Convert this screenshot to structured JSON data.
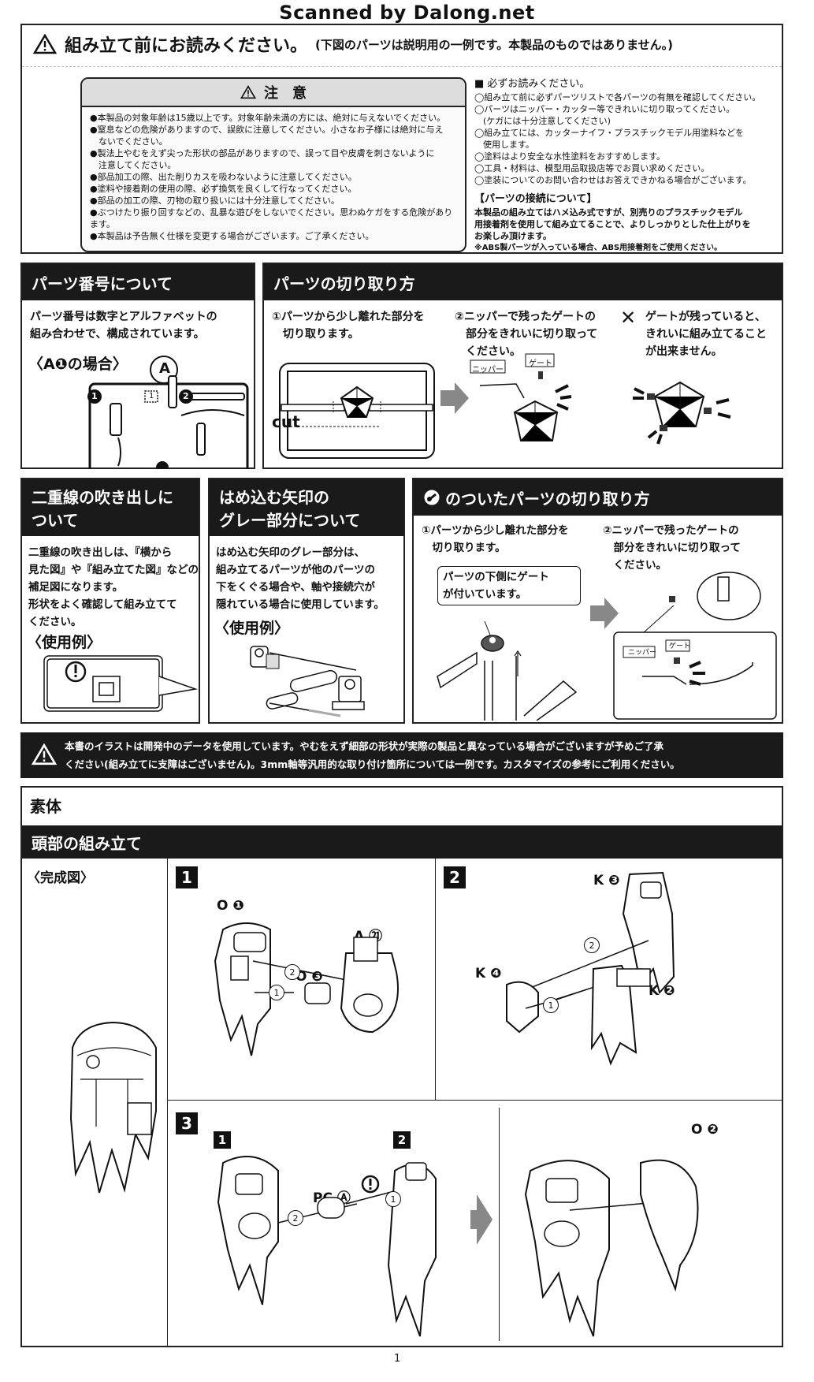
{
  "scan_watermark": "Scanned by Dalong.net",
  "top": {
    "title": "組み立て前にお読みください。",
    "title_note": "(下図のパーツは説明用の一例です。本製品のものではありません。)",
    "caution_heading": "注　意",
    "caution_items": [
      "●本製品の対象年齢は15歳以上です。対象年齢未満の方には、絶対に与えないでください。",
      "●窒息などの危険がありますので、誤飲に注意してください。小さなお子様には絶対に与え",
      "　ないでください。",
      "●製法上やむをえず尖った形状の部品がありますので、誤って目や皮膚を刺さないように",
      "　注意してください。",
      "●部品加工の際、出た削りカスを吸わないように注意してください。",
      "●塗料や接着剤の使用の際、必ず換気を良くして行なってください。",
      "●部品の加工の際、刃物の取り扱いには十分注意してください。",
      "●ぶつけたり振り回すなどの、乱暴な遊びをしないでください。思わぬケガをする危険があります。",
      "●本製品は予告無く仕様を変更する場合がございます。ご了承ください。"
    ],
    "must_read_heading": "■ 必ずお読みください。",
    "must_read_items": [
      "◯組み立て前に必ずパーツリストで各パーツの有無を確認してください。",
      "◯パーツはニッパー・カッター等できれいに切り取ってください。",
      "　(ケガには十分注意してください)",
      "◯組み立てには、カッターナイフ・プラスチックモデル用塗料などを",
      "　使用します。",
      "◯塗料はより安全な水性塗料をおすすめします。",
      "◯工具・材料は、模型用品取扱店等でお買い求めください。",
      "◯塗装についてのお問い合わせはお答えできかねる場合がございます。"
    ],
    "connection_heading": "【パーツの接続について】",
    "connection_lines": [
      "本製品の組み立てはハメ込み式ですが、別売りのプラスチックモデル",
      "用接着剤を使用して組み立てることで、よりしっかりとした仕上がりを",
      "お楽しみ頂けます。",
      "※ABS製パーツが入っている場合、ABS用接着剤をご使用ください。"
    ]
  },
  "part_number": {
    "header": "パーツ番号について",
    "body": [
      "パーツ番号は数字とアルファベットの",
      "組み合わせで、構成されています。"
    ],
    "example": "〈A❶の場合〉",
    "runner_letter": "A",
    "labels": [
      "1",
      "1",
      "2"
    ]
  },
  "cutting": {
    "header": "パーツの切り取り方",
    "step1": [
      "①パーツから少し離れた部分を",
      "　切り取ります。"
    ],
    "step2": [
      "②ニッパーで残ったゲートの",
      "　部分をきれいに切り取って",
      "　ください。"
    ],
    "warn": [
      "ゲートが残っていると、",
      "きれいに組み立てること",
      "が出来ません。"
    ],
    "warn_mark": "✕",
    "cut_label": "cut",
    "nipper": "ニッパー",
    "gate": "ゲート"
  },
  "double_line": {
    "header1": "二重線の吹き出しに",
    "header2": "ついて",
    "body": [
      "二重線の吹き出しは、『横から",
      "見た図』や『組み立てた図』などの",
      "補足図になります。",
      "形状をよく確認して組み立てて",
      "ください。"
    ],
    "example": "〈使用例〉"
  },
  "gray_arrow": {
    "header1": "はめ込む矢印の",
    "header2": "グレー部分について",
    "body": [
      "はめ込む矢印のグレー部分は、",
      "組み立てるパーツが他のパーツの",
      "下をくぐる場合や、軸や接続穴が",
      "隠れている場合に使用しています。"
    ],
    "example": "〈使用例〉"
  },
  "special_cut": {
    "header": "のついたパーツの切り取り方",
    "step1": [
      "①パーツから少し離れた部分を",
      "　切り取ります。"
    ],
    "callout": [
      "パーツの下側にゲート",
      "が付いています。"
    ],
    "step2": [
      "②ニッパーで残ったゲートの",
      "　部分をきれいに切り取って",
      "　ください。"
    ],
    "nipper": "ニッパー",
    "gate": "ゲート"
  },
  "notice": {
    "line1": "本書のイラストは開発中のデータを使用しています。やむをえず細部の形状が実際の製品と異なっている場合がございますが予めご了承",
    "line2": "ください(組み立てに支障はございません)。3mm軸等汎用的な取り付け箇所については一例です。カスタマイズの参考にご利用ください。"
  },
  "assembly": {
    "section": "素体",
    "subsection": "頭部の組み立て",
    "complete": "〈完成図〉",
    "step1": {
      "num": "1",
      "parts": [
        "O ❶",
        "A ㉑",
        "O ❸"
      ],
      "arrows": [
        "2",
        "1"
      ]
    },
    "step2": {
      "num": "2",
      "parts": [
        "K ❸",
        "K ❹",
        "K ❷"
      ],
      "arrows": [
        "2",
        "1"
      ]
    },
    "step3": {
      "num": "3",
      "sub": [
        "1",
        "2"
      ],
      "parts": [
        "PC Ⓐ",
        "O ❷"
      ],
      "arrows": [
        "2",
        "1"
      ]
    }
  },
  "page_number": "1"
}
